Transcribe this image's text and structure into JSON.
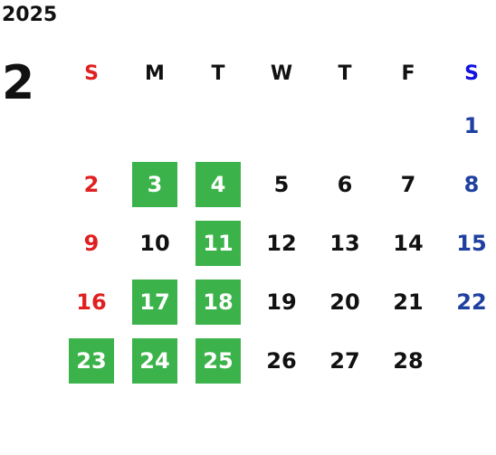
{
  "calendar": {
    "year": "2025",
    "month": "2",
    "weekdays": [
      "S",
      "M",
      "T",
      "W",
      "T",
      "F",
      "S"
    ],
    "highlight_color": "#3bb34a",
    "sunday_color": "#e02020",
    "saturday_color": "#1e40a0",
    "weeks": [
      [
        "",
        "",
        "",
        "",
        "",
        "",
        "1"
      ],
      [
        "2",
        "3",
        "4",
        "5",
        "6",
        "7",
        "8"
      ],
      [
        "9",
        "10",
        "11",
        "12",
        "13",
        "14",
        "15"
      ],
      [
        "16",
        "17",
        "18",
        "19",
        "20",
        "21",
        "22"
      ],
      [
        "23",
        "24",
        "25",
        "26",
        "27",
        "28",
        ""
      ]
    ],
    "highlighted_days": [
      "3",
      "4",
      "11",
      "17",
      "18",
      "23",
      "24",
      "25"
    ]
  }
}
